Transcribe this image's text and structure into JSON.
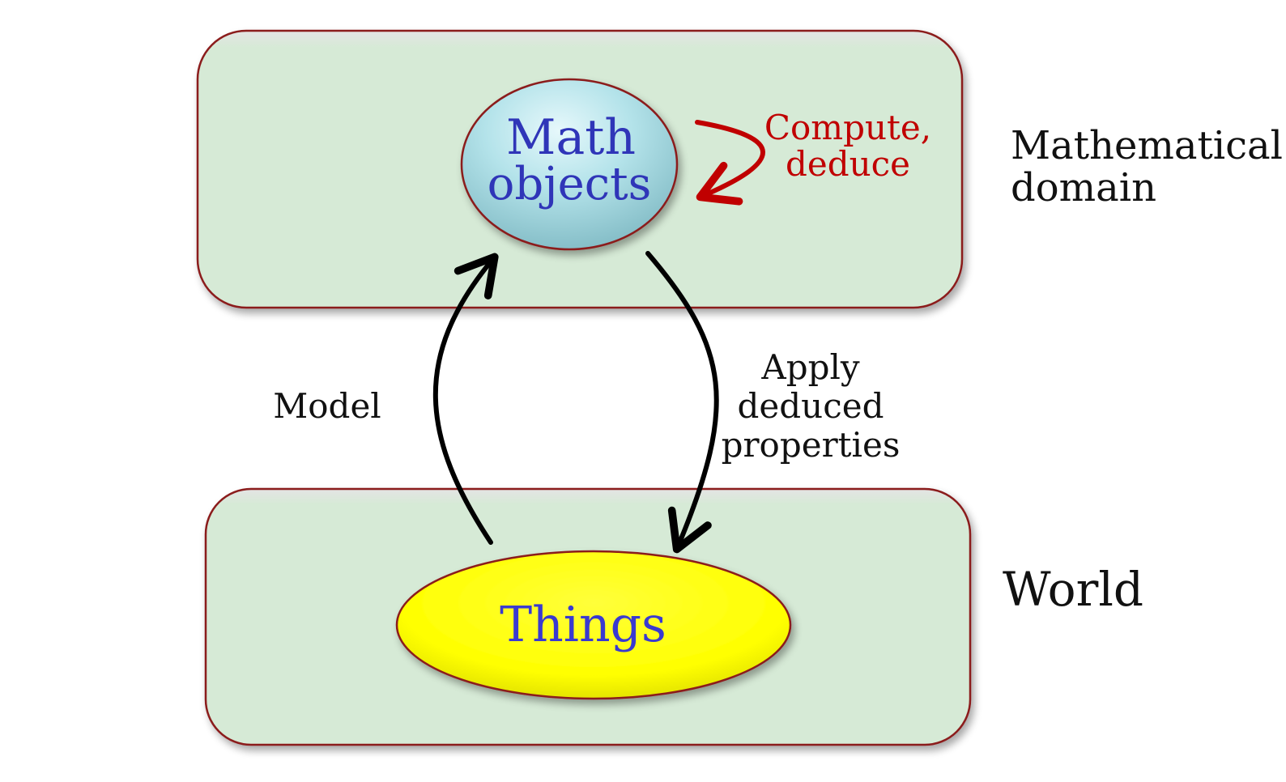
{
  "domains": {
    "mathematical": {
      "label_line1": "Mathematical",
      "label_line2": "domain"
    },
    "world": {
      "label": "World"
    }
  },
  "nodes": {
    "math_objects": {
      "line1": "Math",
      "line2": "objects",
      "fill_color": "#a9dde6",
      "text_color": "#2f35b8"
    },
    "things": {
      "label": "Things",
      "fill_color": "#ffff00",
      "text_color": "#3a3ad0"
    }
  },
  "edges": {
    "model": {
      "label": "Model"
    },
    "apply": {
      "line1": "Apply",
      "line2": "deduced",
      "line3": "properties"
    },
    "compute": {
      "line1": "Compute,",
      "line2": "deduce",
      "color": "#c00000"
    }
  },
  "colors": {
    "panel_fill": "#d6ead6",
    "panel_stroke": "#8b1a1a",
    "arrow": "#000000"
  }
}
